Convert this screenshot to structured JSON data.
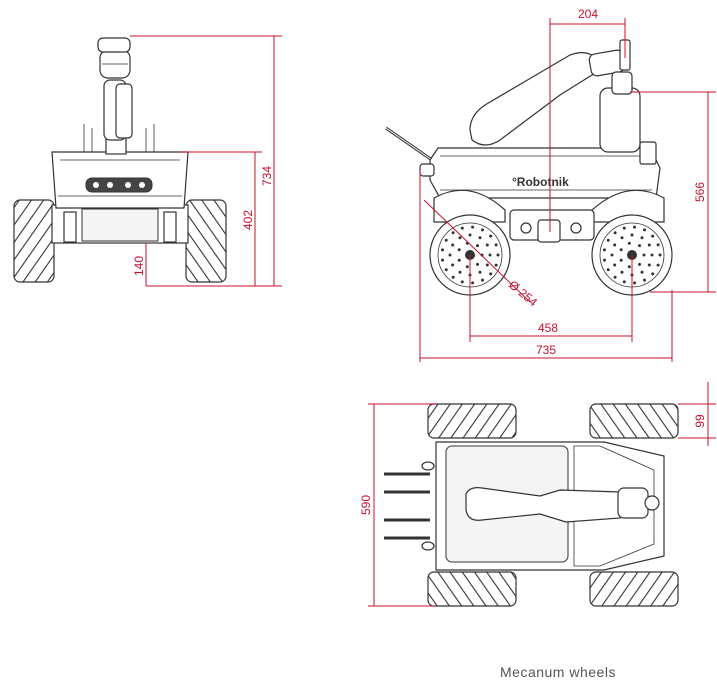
{
  "dimensions": {
    "front_total_height": "734",
    "front_body_height": "402",
    "ground_clearance": "140",
    "arm_offset": "204",
    "side_height": "566",
    "wheel_diameter": "Ø 254",
    "wheelbase": "458",
    "total_length": "735",
    "wheel_width": "99",
    "total_width": "590"
  },
  "brand_label": "°Robotnik",
  "caption": "Mecanum wheels",
  "colors": {
    "dimension": "#c8102e",
    "outline": "#333333"
  }
}
